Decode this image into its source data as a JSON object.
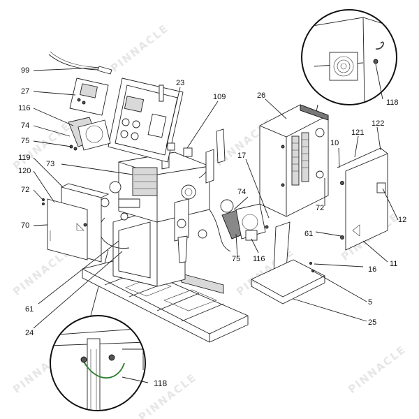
{
  "watermark": "PINNACLE",
  "callouts": [
    {
      "id": "99",
      "text": "99"
    },
    {
      "id": "27",
      "text": "27"
    },
    {
      "id": "116a",
      "text": "116"
    },
    {
      "id": "74a",
      "text": "74"
    },
    {
      "id": "75a",
      "text": "75"
    },
    {
      "id": "119",
      "text": "119"
    },
    {
      "id": "120",
      "text": "120"
    },
    {
      "id": "72a",
      "text": "72"
    },
    {
      "id": "70",
      "text": "70"
    },
    {
      "id": "61a",
      "text": "61"
    },
    {
      "id": "24",
      "text": "24"
    },
    {
      "id": "23",
      "text": "23"
    },
    {
      "id": "109",
      "text": "109"
    },
    {
      "id": "73",
      "text": "73"
    },
    {
      "id": "26",
      "text": "26"
    },
    {
      "id": "17",
      "text": "17"
    },
    {
      "id": "74b",
      "text": "74"
    },
    {
      "id": "75b",
      "text": "75"
    },
    {
      "id": "116b",
      "text": "116"
    },
    {
      "id": "72b",
      "text": "72"
    },
    {
      "id": "61b",
      "text": "61"
    },
    {
      "id": "10",
      "text": "10"
    },
    {
      "id": "121",
      "text": "121"
    },
    {
      "id": "122",
      "text": "122"
    },
    {
      "id": "12",
      "text": "12"
    },
    {
      "id": "11",
      "text": "11"
    },
    {
      "id": "16",
      "text": "16"
    },
    {
      "id": "5",
      "text": "5"
    },
    {
      "id": "25",
      "text": "25"
    },
    {
      "id": "118a",
      "text": "118"
    },
    {
      "id": "118b",
      "text": "118"
    }
  ]
}
